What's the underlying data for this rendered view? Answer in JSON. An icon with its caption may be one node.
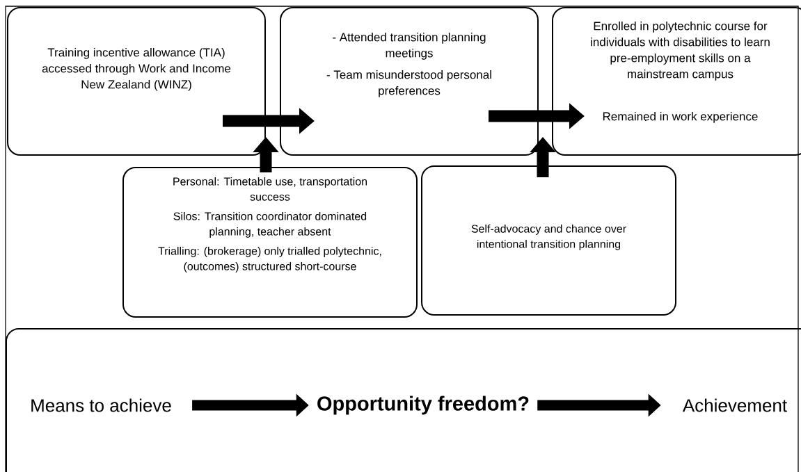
{
  "diagram": {
    "nodes": [
      {
        "text": [
          "Training incentive allowance (TIA) accessed through Work and Income New Zealand (WINZ)"
        ]
      },
      {
        "text": [
          "- Attended transition planning meetings",
          "- Team misunderstood personal preferences"
        ]
      },
      {
        "text": [
          "Enrolled in polytechnic course for individuals with disabilities to learn pre-employment skills on a mainstream campus",
          "Remained in work experience"
        ]
      },
      {
        "text": [
          "Personal: Timetable use, transportation success",
          "Silos: Transition coordinator dominated planning, teacher absent",
          "Trialling: (brokerage) only trialled polytechnic, (outcomes) structured short-course"
        ]
      },
      {
        "text": [
          "Self-advocacy and chance over intentional transition planning"
        ]
      },
      {
        "text": [],
        "shape": "box"
      },
      {
        "text": [
          "Means to achieve"
        ],
        "in": 5
      },
      {
        "text": [
          "Opportunity freedom?"
        ],
        "in": 5
      },
      {
        "text": [
          "Achievement"
        ],
        "in": 5
      }
    ],
    "edges": [
      {
        "from": 0,
        "to": 1,
        "arrow": "to"
      },
      {
        "from": 1,
        "to": 2,
        "arrow": "to"
      },
      {
        "from": 3,
        "to": 1,
        "arrow": "to"
      },
      {
        "from": 4,
        "to": 2,
        "arrow": "to"
      },
      {
        "from": 6,
        "to": 7,
        "arrow": "to"
      },
      {
        "from": 7,
        "to": 8,
        "arrow": "to"
      }
    ]
  }
}
